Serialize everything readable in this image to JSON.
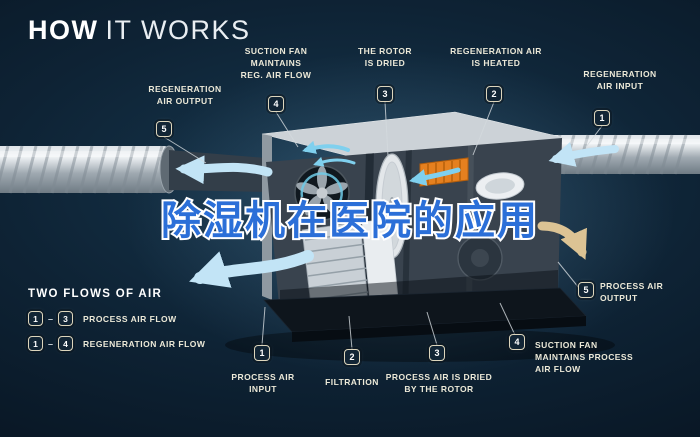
{
  "header": {
    "title_bold": "HOW",
    "title_light": "IT WORKS"
  },
  "overlay": {
    "title": "除湿机在医院的应用"
  },
  "callouts": {
    "regen_output": {
      "num": "5",
      "label": "REGENERATION\nAIR OUTPUT"
    },
    "suction_fan_reg": {
      "num": "4",
      "label": "SUCTION FAN\nMAINTAINS\nREG. AIR FLOW"
    },
    "rotor_dried": {
      "num": "3",
      "label": "THE ROTOR\nIS DRIED"
    },
    "regen_heated": {
      "num": "2",
      "label": "REGENERATION AIR\nIS HEATED"
    },
    "regen_input": {
      "num": "1",
      "label": "REGENERATION\nAIR INPUT"
    },
    "process_output": {
      "num": "5",
      "label": "PROCESS AIR\nOUTPUT"
    },
    "suction_fan_process": {
      "num": "4",
      "label": "SUCTION FAN\nMAINTAINS PROCESS\nAIR FLOW"
    },
    "process_dried": {
      "num": "3",
      "label": "PROCESS AIR IS DRIED\nBY THE ROTOR"
    },
    "filtration": {
      "num": "2",
      "label": "FILTRATION"
    },
    "process_input": {
      "num": "1",
      "label": "PROCESS AIR\nINPUT"
    }
  },
  "legend": {
    "title": "TWO FLOWS OF AIR",
    "dash": "–",
    "rows": [
      {
        "from": "1",
        "to": "3",
        "label": "PROCESS AIR FLOW"
      },
      {
        "from": "1",
        "to": "4",
        "label": "REGENERATION AIR FLOW"
      }
    ]
  },
  "colors": {
    "accent_blue": "#2b6fd8",
    "airflow_blue": "#c2e4f6",
    "airflow_cyan": "#7fd0ee",
    "heater_orange": "#e5801f",
    "background_navy": "#0e2335",
    "label_cream": "#ece9d8"
  }
}
